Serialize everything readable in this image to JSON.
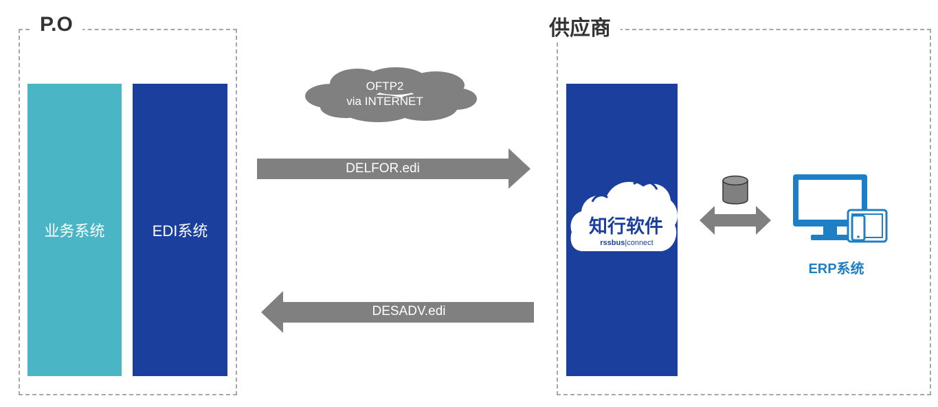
{
  "left_group": {
    "title": "P.O"
  },
  "right_group": {
    "title": "供应商"
  },
  "left_columns": [
    {
      "label": "业务系统",
      "color": "#4ab5c4"
    },
    {
      "label": "EDI系统",
      "color": "#1a3f9c"
    }
  ],
  "supplier_column": {
    "color": "#1a3f9c"
  },
  "cloud": {
    "line1": "OFTP2",
    "line2": "via INTERNET",
    "color": "#808080"
  },
  "arrows": {
    "forward": {
      "label": "DELFOR.edi"
    },
    "back": {
      "label": "DESADV.edi"
    },
    "color": "#808080"
  },
  "logo": {
    "main": "知行软件",
    "sub_left": "rssbus",
    "sub_right": "connect"
  },
  "erp": {
    "label": "ERP系统",
    "color": "#1f7fc4"
  },
  "icons": [
    "database-icon",
    "double-arrow-icon",
    "monitor-icon",
    "tablet-icon",
    "phone-icon"
  ]
}
